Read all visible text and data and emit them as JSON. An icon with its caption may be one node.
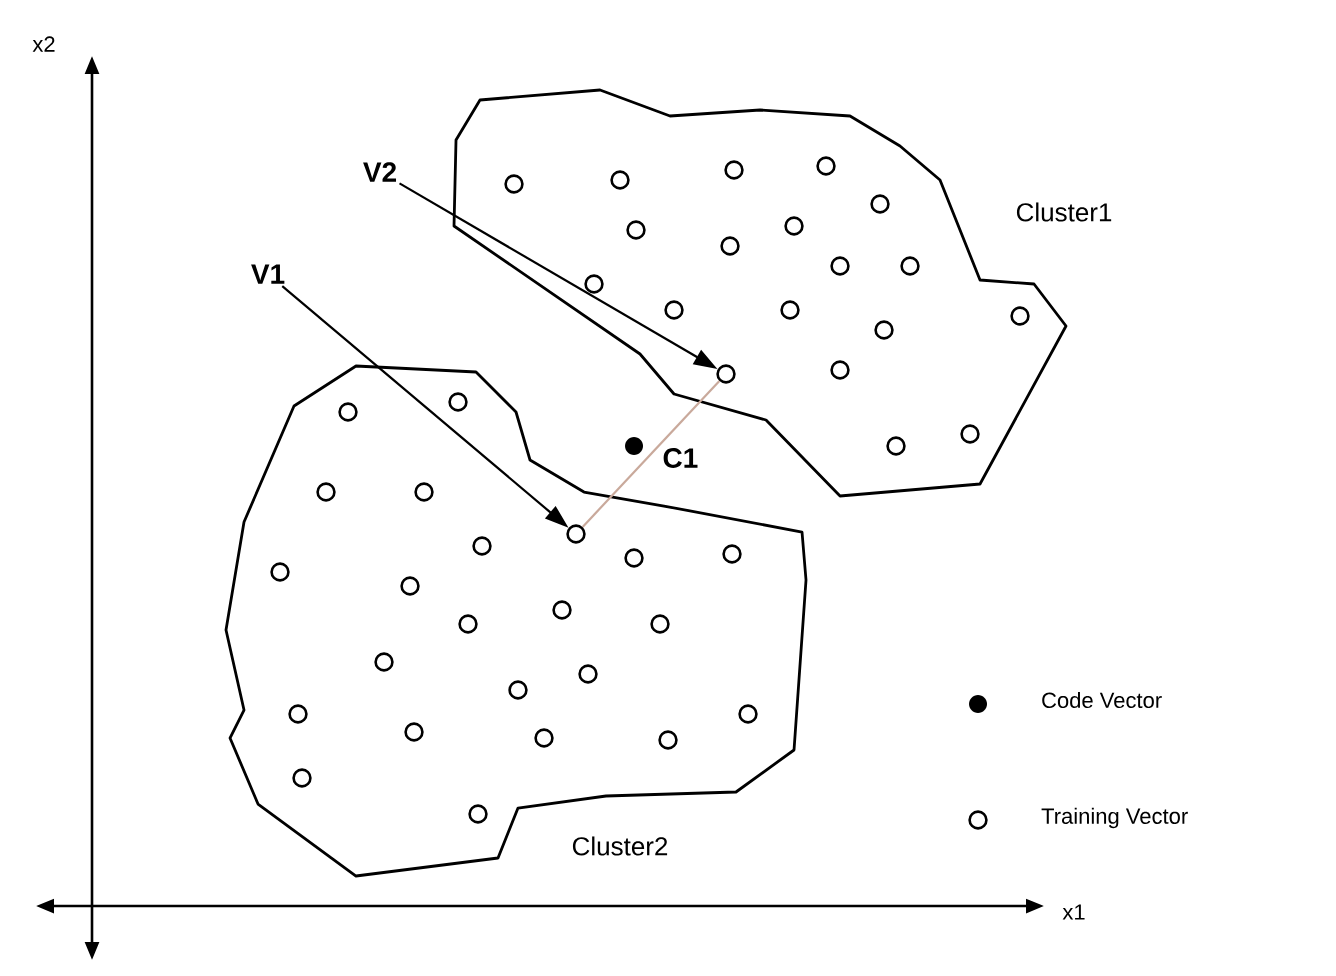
{
  "diagram": {
    "nodes": [
      {
        "text": [
          "Cluster1"
        ]
      },
      {
        "text": [
          "Cluster2"
        ]
      },
      {
        "text": [
          "V2"
        ]
      },
      {
        "text": [
          "V1"
        ]
      },
      {
        "text": [],
        "shape": "circle",
        "in": 0
      },
      {
        "text": [],
        "shape": "circle",
        "in": 1
      },
      {
        "text": [],
        "shape": "dot",
        "beside": [
          "C1"
        ]
      }
    ],
    "edges": [
      {
        "from": 2,
        "to": 4,
        "arrow": "to"
      },
      {
        "from": 3,
        "to": 5,
        "arrow": "to"
      },
      {
        "from": 5,
        "to": 4,
        "arrow": "none",
        "color": "#c9a99b"
      }
    ],
    "labels": [
      "x2",
      "x1"
    ],
    "legend": [
      {
        "text": "Code Vector"
      },
      {
        "text": "Training Vector"
      }
    ]
  }
}
